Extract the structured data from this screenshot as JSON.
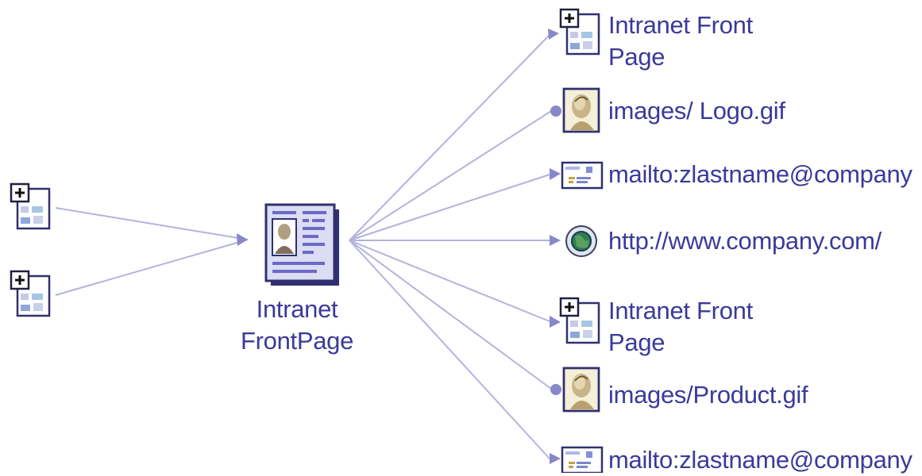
{
  "center_node": {
    "label_line1": "Intranet",
    "label_line2": "FrontPage",
    "icon": "web-page-icon"
  },
  "incoming_nodes": [
    {
      "icon": "collapsed-page-icon"
    },
    {
      "icon": "collapsed-page-icon"
    }
  ],
  "outgoing_nodes": [
    {
      "icon": "collapsed-page-icon",
      "line1": "Intranet Front",
      "line2": "Page"
    },
    {
      "icon": "image-file-icon",
      "line1": "images/ Logo.gif",
      "line2": ""
    },
    {
      "icon": "mail-icon",
      "line1": "mailto:zlastname@company",
      "line2": ""
    },
    {
      "icon": "globe-icon",
      "line1": "http://www.company.com/",
      "line2": ""
    },
    {
      "icon": "collapsed-page-icon",
      "line1": "Intranet Front",
      "line2": "Page"
    },
    {
      "icon": "image-file-icon",
      "line1": "images/Product.gif",
      "line2": ""
    },
    {
      "icon": "mail-icon",
      "line1": "mailto:zlastname@company",
      "line2": ""
    }
  ],
  "colors": {
    "link_line": "#b3b3dd",
    "arrow": "#8888c8",
    "label_text": "#3a3a9a"
  }
}
